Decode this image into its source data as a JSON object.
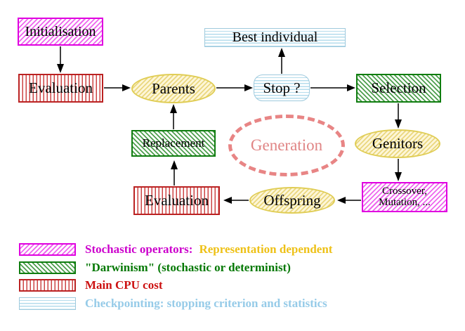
{
  "diagram": {
    "nodes": {
      "initialisation": {
        "label": "Initialisation"
      },
      "evaluation_top": {
        "label": "Evaluation"
      },
      "parents": {
        "label": "Parents"
      },
      "best_individual": {
        "label": "Best individual"
      },
      "stop": {
        "label": "Stop ?"
      },
      "selection": {
        "label": "Selection"
      },
      "genitors": {
        "label": "Genitors"
      },
      "crossover_mutation": {
        "line1": "Crossover,",
        "line2": "Mutation, ..."
      },
      "offspring": {
        "label": "Offspring"
      },
      "evaluation_bottom": {
        "label": "Evaluation"
      },
      "replacement": {
        "label": "Replacement"
      },
      "generation": {
        "label": "Generation"
      }
    },
    "arrows": [
      "initialisation-to-evaluation",
      "evaluation-to-parents",
      "parents-to-stop",
      "stop-to-best-individual",
      "stop-to-selection",
      "selection-to-genitors",
      "genitors-to-crossover",
      "crossover-to-offspring",
      "offspring-to-evaluation",
      "evaluation-to-replacement",
      "replacement-to-parents"
    ]
  },
  "legend": {
    "items": [
      {
        "swatch": "magenta-hatch",
        "parts": [
          {
            "text": "Stochastic operators:",
            "color": "#cc00cc"
          },
          {
            "text": "Representation dependent",
            "color": "#eec117"
          }
        ]
      },
      {
        "swatch": "green-hatch",
        "parts": [
          {
            "text": "\"Darwinism\" (stochastic or determinist)",
            "color": "#047804"
          }
        ]
      },
      {
        "swatch": "red-vertical-lines",
        "parts": [
          {
            "text": "Main CPU cost",
            "color": "#cc1111"
          }
        ]
      },
      {
        "swatch": "cyan-horizontal-lines",
        "parts": [
          {
            "text": "Checkpointing: stopping criterion and statistics",
            "color": "#96cbe8"
          }
        ]
      }
    ]
  },
  "colors": {
    "magenta_border": "#e000e0",
    "magenta_hatch": "#ee66ee",
    "green_border": "#0f7d0f",
    "green_hatch": "#4d9e4d",
    "red_border": "#bb2222",
    "red_lines": "#cc4444",
    "cyan_border": "#9fcadd",
    "cyan_lines": "#b5dcec",
    "yellow_border": "#e0cd55",
    "yellow_hatch": "#ead77f",
    "generation_dash": "#e88585",
    "arrow": "#000000",
    "background": "#ffffff"
  }
}
